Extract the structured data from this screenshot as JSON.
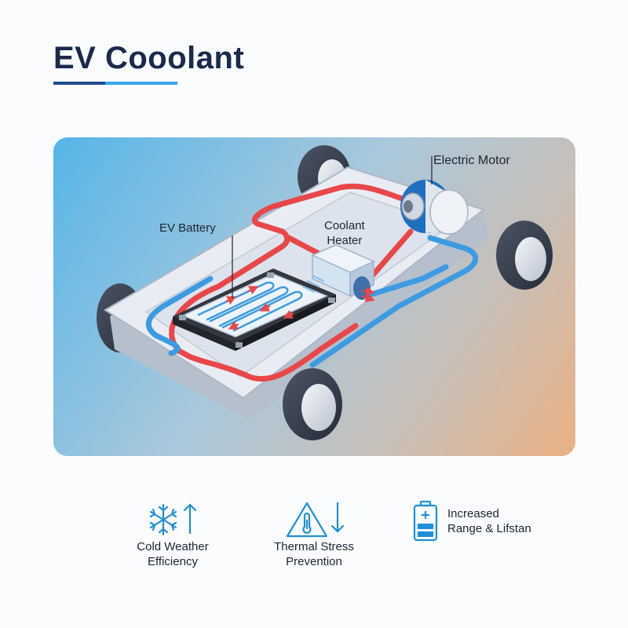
{
  "title": "EV Cooolant",
  "colors": {
    "brand_dark": "#1f4c8f",
    "brand_light": "#3aa7e8",
    "hot_line": "#e8474a",
    "cold_line": "#3d9be0"
  },
  "diagram": {
    "labels": {
      "battery": "EV Battery",
      "heater_line1": "Coolant",
      "heater_line2": "Heater",
      "motor": "Electric Motor"
    }
  },
  "features": [
    {
      "icon": "snowflake-up-arrow-icon",
      "line1": "Cold Weather",
      "line2": "Efficiency"
    },
    {
      "icon": "thermometer-warning-down-arrow-icon",
      "line1": "Thermal Stress",
      "line2": "Prevention"
    },
    {
      "icon": "battery-charge-icon",
      "line1": "Increased",
      "line2": "Range & Lifstan"
    }
  ]
}
